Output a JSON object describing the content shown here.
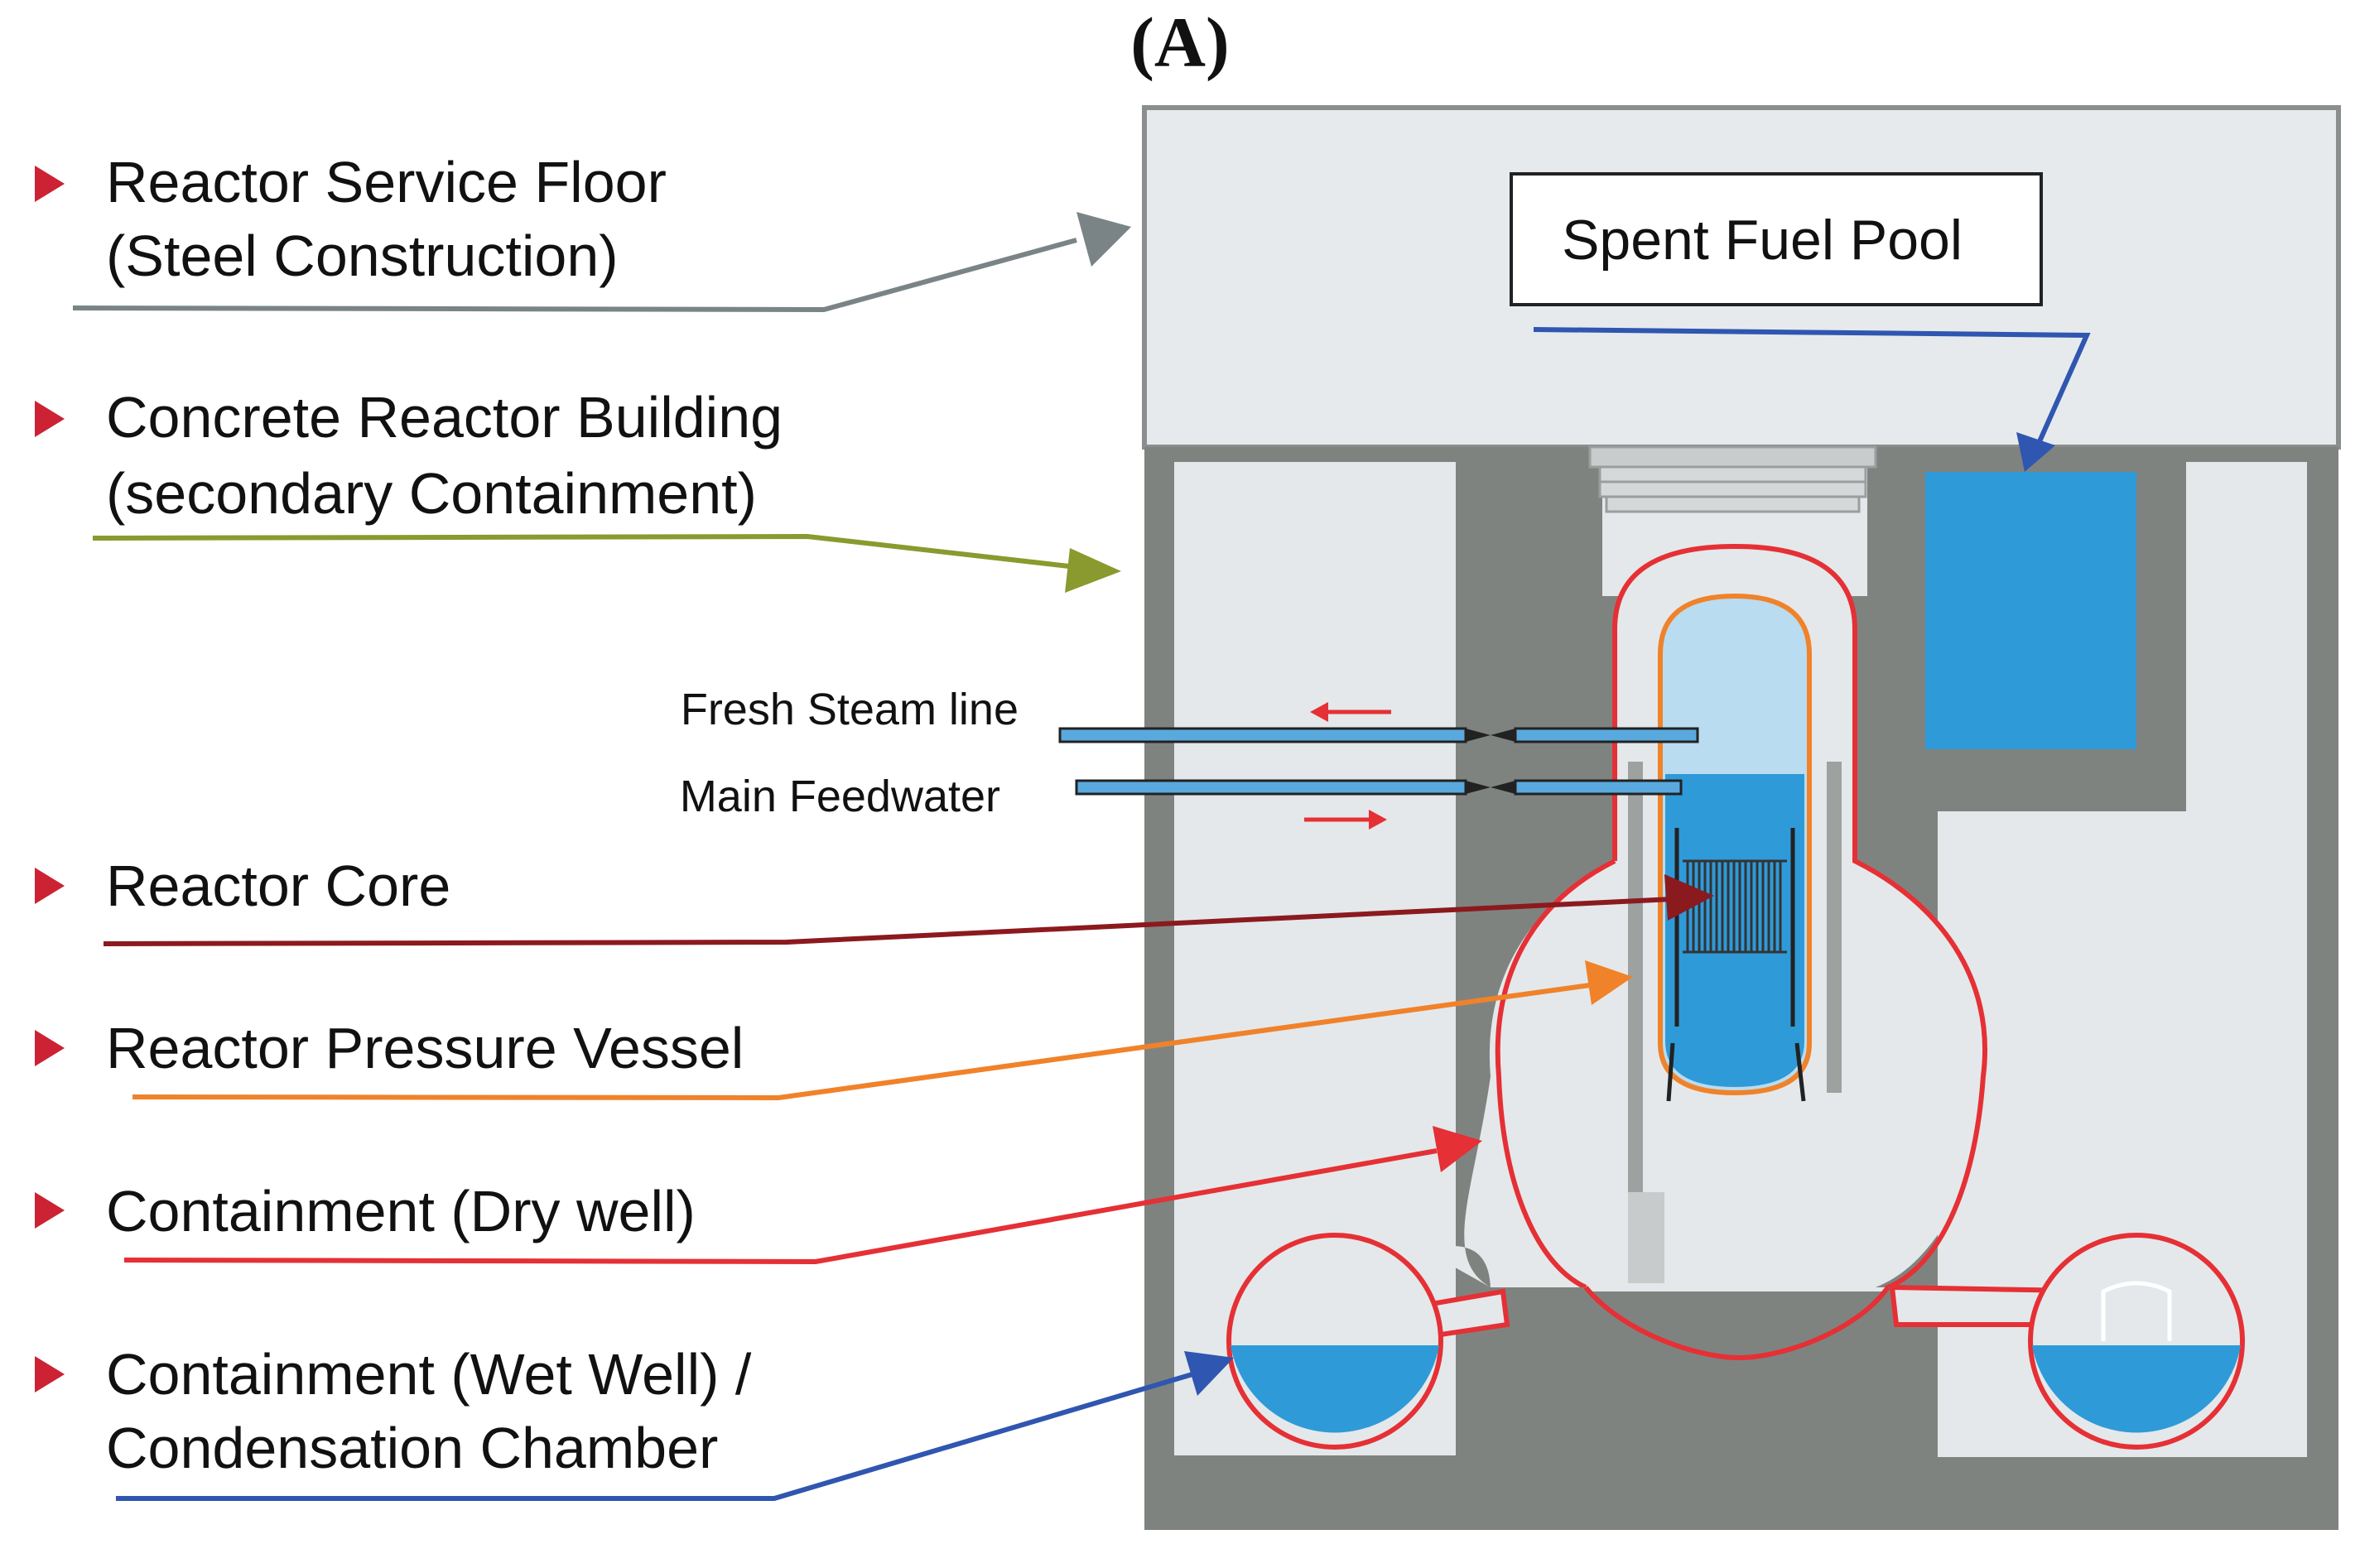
{
  "figure": {
    "panel_label": "(A)",
    "colors": {
      "concrete": "#7f8380",
      "floor_fill": "#e4e8ea",
      "water": "#2f9ad8",
      "water_light": "#b8dbef",
      "containment_red": "#e53035",
      "vessel_orange": "#f0822a",
      "arrow_grey": "#7a8486",
      "arrow_olive": "#8a9a2e",
      "arrow_darkred": "#8b1a1f",
      "arrow_blue": "#2f56b0",
      "bullet_red": "#cc2233",
      "pipe_blue": "#5aa9de"
    },
    "labels": {
      "service_floor": {
        "line1": "Reactor Service Floor",
        "line2": "(Steel Construction)"
      },
      "reactor_building": {
        "line1": "Concrete Reactor Building",
        "line2": "(secondary Containment)"
      },
      "reactor_core": {
        "line1": "Reactor Core"
      },
      "pressure_vessel": {
        "line1": "Reactor Pressure Vessel"
      },
      "dry_well": {
        "line1": "Containment (Dry well)"
      },
      "wet_well": {
        "line1": "Containment (Wet Well) /",
        "line2": "Condensation Chamber"
      }
    },
    "pipes": {
      "fresh_steam": "Fresh Steam line",
      "main_feedwater": "Main Feedwater"
    },
    "spent_fuel_pool": "Spent Fuel Pool"
  }
}
